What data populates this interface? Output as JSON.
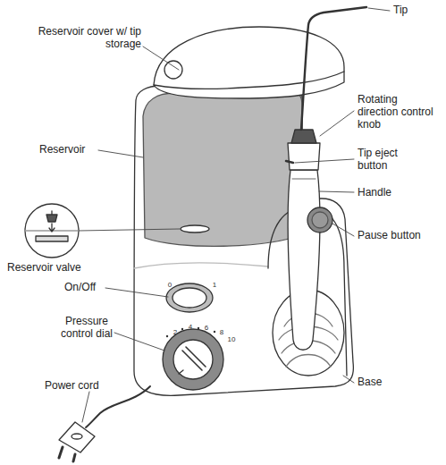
{
  "diagram": {
    "labels": [
      "Reservoir cover w/ tip storage",
      "Tip",
      "Rotating direction control knob",
      "Tip eject button",
      "Reservoir",
      "Handle",
      "Pause button",
      "Reservoir valve",
      "On/Off",
      "0",
      "1",
      "Pressure control dial",
      "2",
      "4",
      "6",
      "8",
      "10",
      "Power cord",
      "Base"
    ]
  }
}
